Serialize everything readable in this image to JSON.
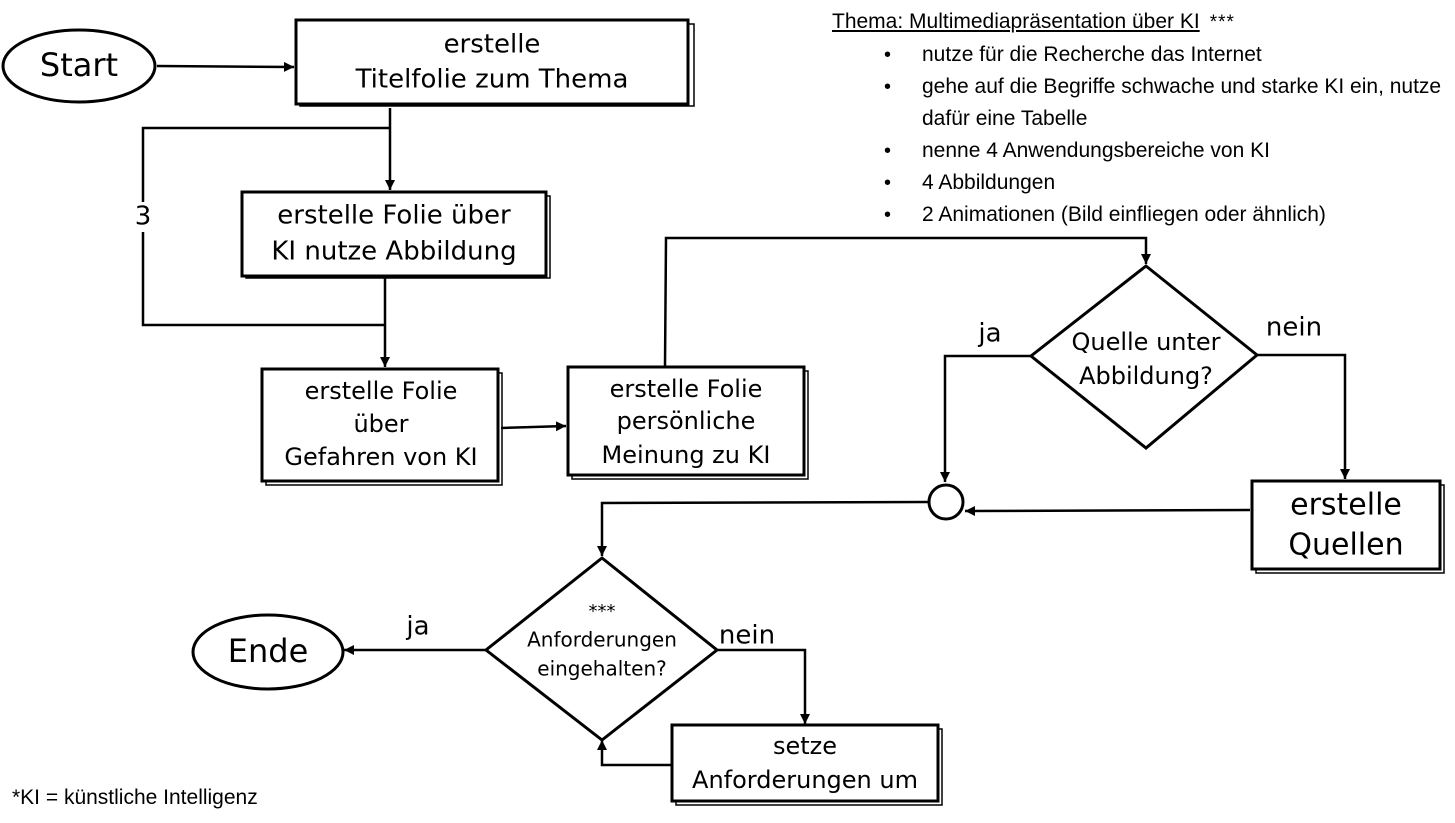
{
  "nodes": {
    "start": "Start",
    "titelfolie": [
      "erstelle",
      "Titelfolie zum Thema"
    ],
    "folie_ki": [
      "erstelle Folie über",
      "KI nutze Abbildung"
    ],
    "gefahren": [
      "erstelle Folie",
      "über",
      "Gefahren von KI"
    ],
    "meinung": [
      "erstelle Folie",
      "persönliche",
      "Meinung zu KI"
    ],
    "quelle_decision": [
      "Quelle unter",
      "Abbildung?"
    ],
    "quellen": [
      "erstelle",
      "Quellen"
    ],
    "anforderungen_decision": [
      "***",
      "Anforderungen",
      "eingehalten?"
    ],
    "umsetzen": [
      "setze",
      "Anforderungen um"
    ],
    "ende": "Ende"
  },
  "edge_labels": {
    "loop_count": "3",
    "quelle_ja": "ja",
    "quelle_nein": "nein",
    "anforderungen_ja": "ja",
    "anforderungen_nein": "nein"
  },
  "requirements": {
    "title": "Thema: Multimediapräsentation über KI",
    "marker": "***",
    "bullet_symbol": "•",
    "items": [
      "nutze für die Recherche das Internet",
      "gehe auf die Begriffe schwache und starke KI ein, nutze dafür eine Tabelle",
      "nenne 4 Anwendungsbereiche von KI",
      "4 Abbildungen",
      "2 Animationen (Bild einfliegen oder ähnlich)"
    ]
  },
  "footnote": "*KI = künstliche Intelligenz",
  "colors": {
    "stroke": "#000000",
    "fill": "#ffffff",
    "text": "#000000"
  }
}
